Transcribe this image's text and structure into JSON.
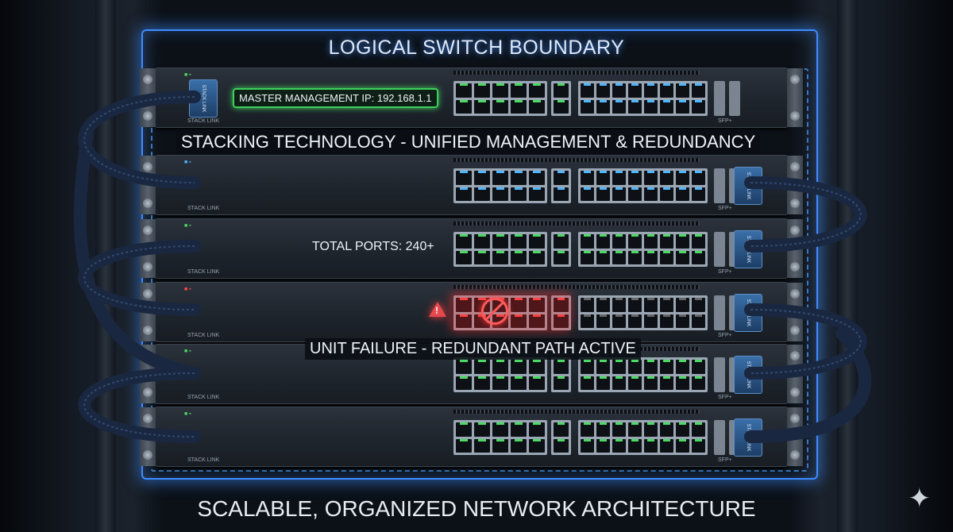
{
  "titles": {
    "boundary": "LOGICAL SWITCH BOUNDARY",
    "bottom": "SCALABLE, ORGANIZED NETWORK ARCHITECTURE"
  },
  "callouts": {
    "master_ip": "MASTER MANAGEMENT IP: 192.168.1.1",
    "stacking": "STACKING TECHNOLOGY - UNIFIED MANAGEMENT & REDUNDANCY",
    "total_ports": "TOTAL PORTS: 240+",
    "failure": "UNIT FAILURE - REDUNDANT PATH ACTIVE"
  },
  "unit_labels": {
    "stack_link": "STACK LINK",
    "sfp": "SFP+"
  },
  "units": [
    {
      "status": "master",
      "led": "#4cd964",
      "stack_side": "left"
    },
    {
      "status": "ok",
      "led": "#4fb6ff",
      "stack_side": "right"
    },
    {
      "status": "ok",
      "led": "#4cd964",
      "stack_side": "right"
    },
    {
      "status": "failed",
      "led": "#ff4b4b",
      "stack_side": "right"
    },
    {
      "status": "ok",
      "led": "#4cd964",
      "stack_side": "right"
    },
    {
      "status": "ok",
      "led": "#4cd964",
      "stack_side": "right"
    }
  ],
  "colors": {
    "boundary": "#3f8cff",
    "master": "#3fcf5a",
    "failure": "#e5484d"
  },
  "icons": [
    "warning-icon",
    "no-entry-icon",
    "sparkle-icon"
  ]
}
